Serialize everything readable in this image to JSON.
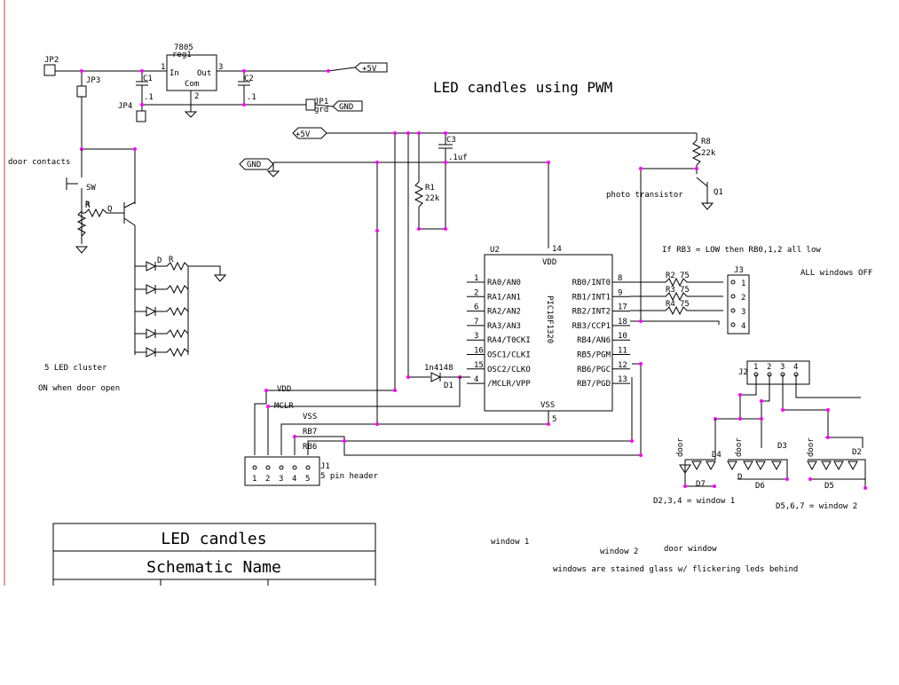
{
  "title": "LED candles using PWM",
  "title_block": {
    "project": "LED candles",
    "schematic_name": "Schematic Name"
  },
  "regulator": {
    "part": "7805",
    "ref": "reg1",
    "in": "In",
    "out": "Out",
    "com": "Com",
    "pin1": "1",
    "pin2": "2",
    "pin3": "3"
  },
  "caps": {
    "c1": "C1",
    "c1_val": ".1",
    "c2": "C2",
    "c2_val": ".1",
    "c3": "C3",
    "c3_val": ".1uf"
  },
  "jumpers": {
    "jp1": "JP1",
    "jp1_sub": "grd",
    "jp2": "JP2",
    "jp3": "JP3",
    "jp4": "JP4"
  },
  "nets": {
    "v5_a": "+5V",
    "gnd_a": "GND",
    "v5_b": "+5V",
    "gnd_b": "GND",
    "vdd": "VDD",
    "mclr": "MCLR",
    "vss": "VSS",
    "rb7": "RB7",
    "rb6": "RB6"
  },
  "door": {
    "contacts": "door contacts",
    "sw": "SW",
    "r_a": "R",
    "r_b": "R",
    "q": "Q",
    "led_d": "D",
    "led_r": "R",
    "cluster": "5 LED cluster",
    "on_when": "ON when door open"
  },
  "resistors": {
    "r1": "R1",
    "r1_val": "22k",
    "r8": "R8",
    "r8_val": "22k",
    "r2": "R2",
    "r3": "R3",
    "r4": "R4",
    "r_val": "75"
  },
  "diode": {
    "part": "1n4148",
    "ref": "D1"
  },
  "photo": {
    "label": "photo transistor",
    "ref": "Q1"
  },
  "mcu": {
    "ref": "U2",
    "part": "PIC18F1320",
    "vdd": "VDD",
    "vss": "VSS",
    "vdd_pin": "14",
    "vss_pin": "5",
    "left_pins": [
      {
        "num": "1",
        "name": "RA0/AN0"
      },
      {
        "num": "2",
        "name": "RA1/AN1"
      },
      {
        "num": "6",
        "name": "RA2/AN2"
      },
      {
        "num": "7",
        "name": "RA3/AN3"
      },
      {
        "num": "3",
        "name": "RA4/T0CKI"
      },
      {
        "num": "16",
        "name": "OSC1/CLKI"
      },
      {
        "num": "15",
        "name": "OSC2/CLKO"
      },
      {
        "num": "4",
        "name": "/MCLR/VPP"
      }
    ],
    "right_pins": [
      {
        "num": "8",
        "name": "RB0/INT0"
      },
      {
        "num": "9",
        "name": "RB1/INT1"
      },
      {
        "num": "17",
        "name": "RB2/INT2"
      },
      {
        "num": "18",
        "name": "RB3/CCP1"
      },
      {
        "num": "10",
        "name": "RB4/AN6"
      },
      {
        "num": "11",
        "name": "RB5/PGM"
      },
      {
        "num": "12",
        "name": "RB6/PGC"
      },
      {
        "num": "13",
        "name": "RB7/PGD"
      }
    ]
  },
  "notes": {
    "rb3": "If RB3 = LOW then RB0,1,2 all low",
    "all_off": "ALL windows OFF",
    "d234": "D2,3,4 = window 1",
    "d567": "D5,6,7 = window 2",
    "window1": "window 1",
    "window2": "window 2",
    "door_window": "door window",
    "stained": "windows are stained glass w/ flickering leds behind"
  },
  "connectors": {
    "j1": "J1",
    "j1_label": "5 pin header",
    "j1_pins": [
      "1",
      "2",
      "3",
      "4",
      "5"
    ],
    "j2": "J2",
    "j2_pins": [
      "1",
      "2",
      "3",
      "4"
    ],
    "j3": "J3",
    "j3_pins": [
      "1",
      "2",
      "3",
      "4"
    ]
  },
  "window_leds": {
    "door": "door",
    "d2": "D2",
    "d3": "D3",
    "d4": "D4",
    "d5": "D5",
    "d6": "D6",
    "d7": "D7",
    "d": "D"
  }
}
